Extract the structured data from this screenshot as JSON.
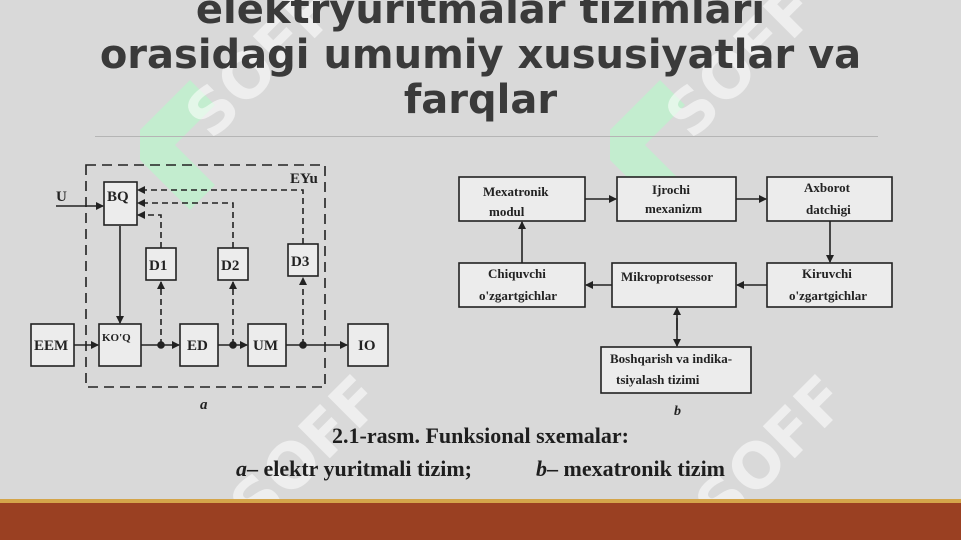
{
  "slide": {
    "title_line1": "elektryuritmalar tizimlari",
    "title_line2": "orasidagi umumiy xususiyatlar va",
    "title_line3": "farqlar"
  },
  "watermark": {
    "text": "SOFF"
  },
  "diagram_a": {
    "U": "U",
    "BQ": "BQ",
    "EYu": "EYu",
    "D1": "D1",
    "D2": "D2",
    "D3": "D3",
    "EEM": "EEM",
    "KOQ": "KO'Q",
    "ED": "ED",
    "UM": "UM",
    "IO": "IO",
    "label": "a"
  },
  "diagram_b": {
    "mexatronik_modul": [
      "Mexatronik",
      "modul"
    ],
    "ijrochi_mexanizm": [
      "Ijrochi",
      "mexanizm"
    ],
    "axborot_datchigi": [
      "Axborot",
      "datchigi"
    ],
    "chiquvchi": [
      "Chiquvchi",
      "o'zgartgichlar"
    ],
    "mikroprotsessor": "Mikroprotsessor",
    "kiruvchi": [
      "Kiruvchi",
      "o'zgartgichlar"
    ],
    "boshqarish": [
      "Boshqarish va indika-",
      "tsiyalash tizimi"
    ],
    "label": "b"
  },
  "caption": {
    "line1": "2.1-rasm. Funksional sxemalar:",
    "a_letter": "a",
    "a_text": "– elektr yuritmali tizim;",
    "b_letter": "b",
    "b_text": "– mexatronik tizim"
  },
  "colors": {
    "footer": "#9a4022",
    "footer_line": "#d4a54a",
    "title": "#3a3a3a",
    "background": "#d9d9d9"
  }
}
